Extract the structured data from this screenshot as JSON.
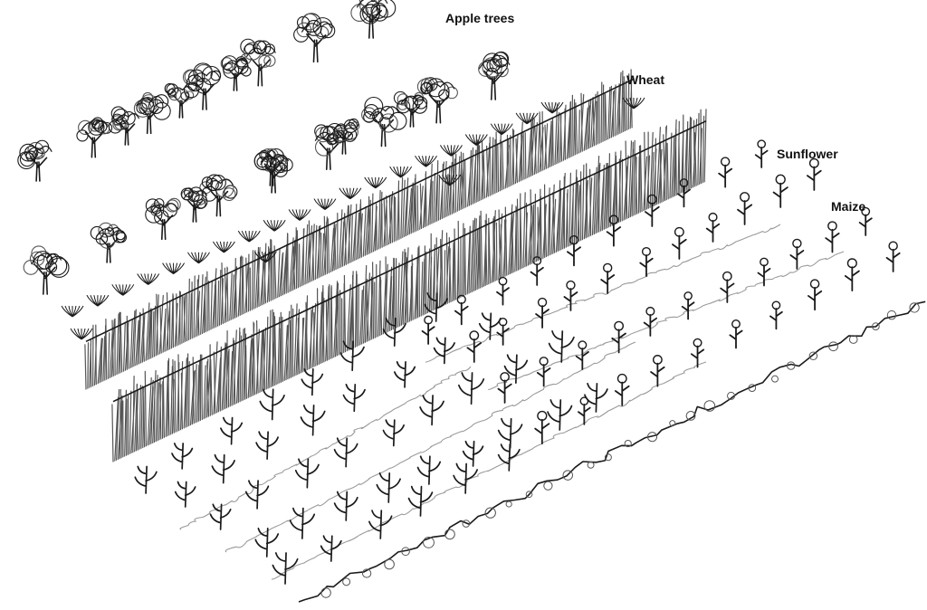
{
  "labels": {
    "apple_trees": "Apple trees",
    "wheat": "Wheat",
    "sunflower": "Sunflower",
    "maize": "Maize"
  },
  "colors": {
    "ink": "#1a1a1a",
    "shade": "#555555",
    "light": "#9a9a9a",
    "paper": "#ffffff"
  }
}
